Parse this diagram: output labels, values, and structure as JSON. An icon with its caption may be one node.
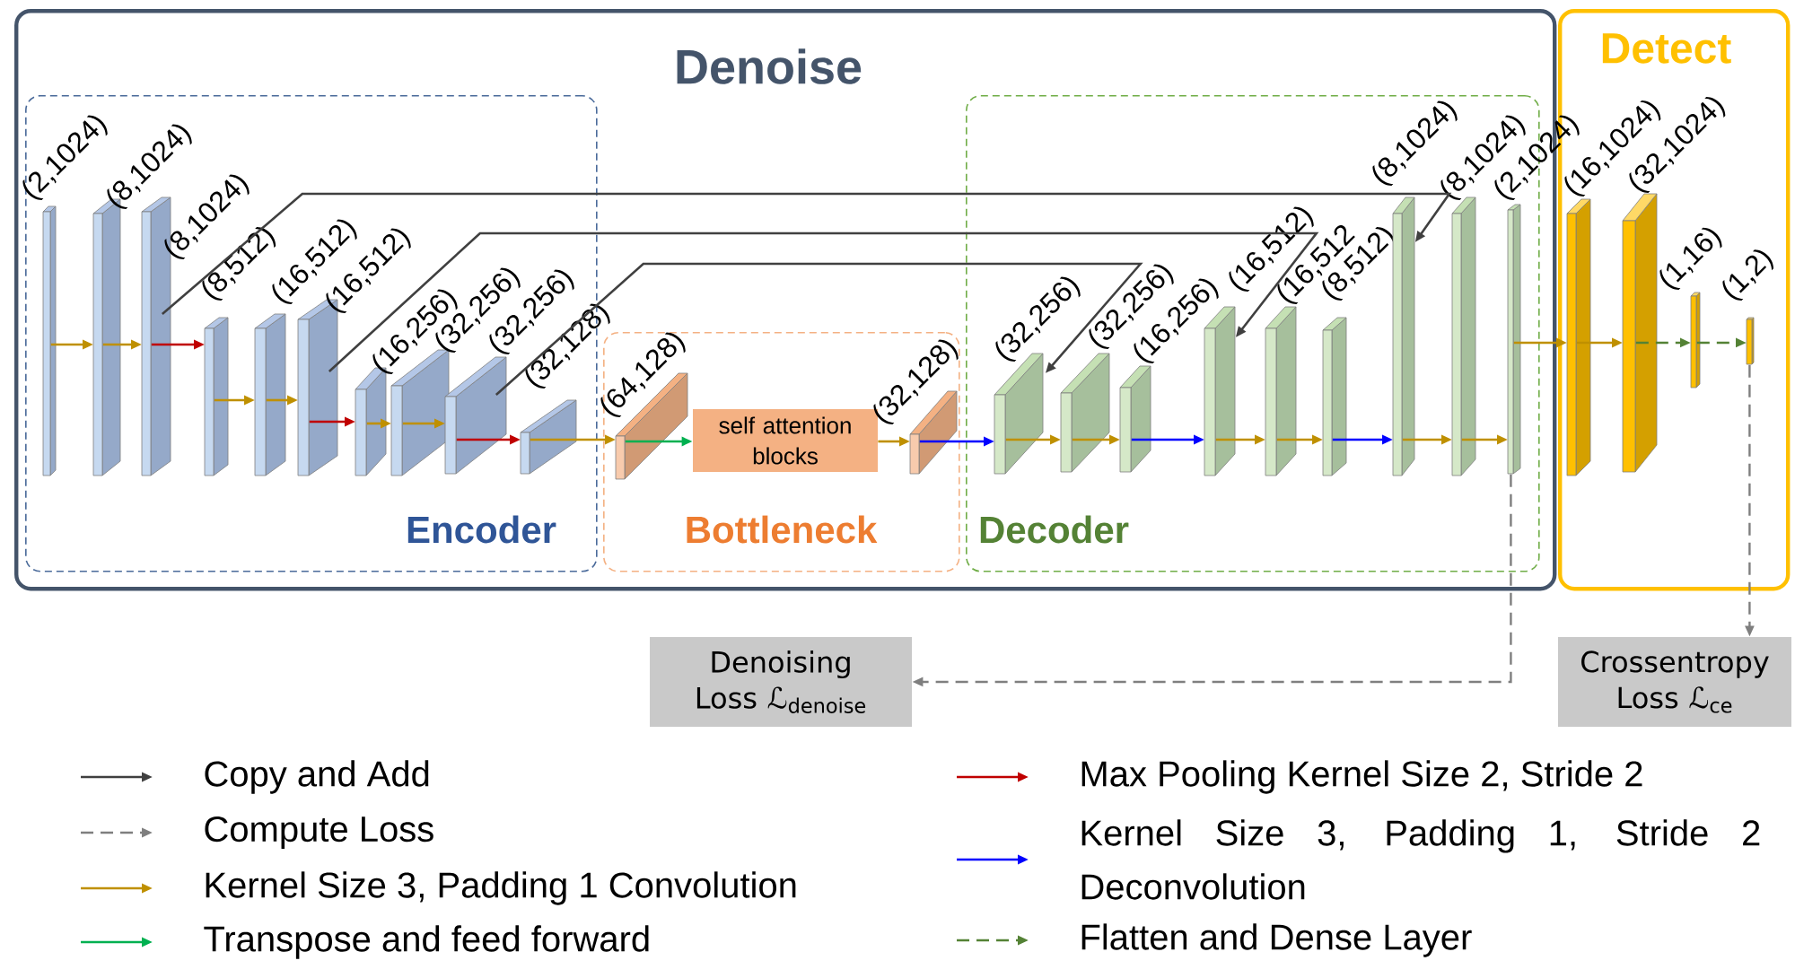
{
  "diagram": {
    "nodes": [
      {
        "text": [
          "Denoise"
        ]
      },
      {
        "text": [
          "Encoder"
        ],
        "in": 0
      },
      {
        "text": [
          "Bottleneck"
        ],
        "in": 0
      },
      {
        "text": [
          "Decoder"
        ],
        "in": 0
      },
      {
        "text": [
          "Detect"
        ]
      },
      {
        "text": [],
        "shape": "box",
        "beside": [
          "(2,1024)"
        ],
        "in": 1
      },
      {
        "text": [],
        "shape": "box",
        "beside": [
          "(8,1024)"
        ],
        "in": 1
      },
      {
        "text": [],
        "shape": "box",
        "beside": [
          "(8,1024)"
        ],
        "in": 1
      },
      {
        "text": [],
        "shape": "box",
        "beside": [
          "(8,512)"
        ],
        "in": 1
      },
      {
        "text": [],
        "shape": "box",
        "beside": [
          "(16,512)"
        ],
        "in": 1
      },
      {
        "text": [],
        "shape": "box",
        "beside": [
          "(16,512)"
        ],
        "in": 1
      },
      {
        "text": [],
        "shape": "box",
        "beside": [
          "(16,256)"
        ],
        "in": 1
      },
      {
        "text": [],
        "shape": "box",
        "beside": [
          "(32,256)"
        ],
        "in": 1
      },
      {
        "text": [],
        "shape": "box",
        "beside": [
          "(32,256)"
        ],
        "in": 1
      },
      {
        "text": [],
        "shape": "box",
        "beside": [
          "(32,128)"
        ],
        "in": 1
      },
      {
        "text": [],
        "shape": "box",
        "beside": [
          "(64,128)"
        ],
        "in": 2
      },
      {
        "text": [
          "self attention blocks"
        ],
        "in": 2
      },
      {
        "text": [],
        "shape": "box",
        "beside": [
          "(32,128)"
        ],
        "in": 2
      },
      {
        "text": [],
        "shape": "box",
        "beside": [
          "(32,256)"
        ],
        "in": 3
      },
      {
        "text": [],
        "shape": "box",
        "beside": [
          "(32,256)"
        ],
        "in": 3
      },
      {
        "text": [],
        "shape": "box",
        "beside": [
          "(16,256)"
        ],
        "in": 3
      },
      {
        "text": [],
        "shape": "box",
        "beside": [
          "(16,512)"
        ],
        "in": 3
      },
      {
        "text": [],
        "shape": "box",
        "beside": [
          "(16,512"
        ],
        "in": 3
      },
      {
        "text": [],
        "shape": "box",
        "beside": [
          "(8,512)"
        ],
        "in": 3
      },
      {
        "text": [],
        "shape": "box",
        "beside": [
          "(8,1024)"
        ],
        "in": 3
      },
      {
        "text": [],
        "shape": "box",
        "beside": [
          "(8,1024)"
        ],
        "in": 3
      },
      {
        "text": [],
        "shape": "box",
        "beside": [
          "(2,1024)"
        ],
        "in": 3
      },
      {
        "text": [],
        "shape": "box",
        "beside": [
          "(16,1024)"
        ],
        "in": 4
      },
      {
        "text": [],
        "shape": "box",
        "beside": [
          "(32,1024)"
        ],
        "in": 4
      },
      {
        "text": [],
        "shape": "box",
        "beside": [
          "(1,16)"
        ],
        "in": 4
      },
      {
        "text": [],
        "shape": "box",
        "beside": [
          "(1,2)"
        ],
        "in": 4
      },
      {
        "text": [
          "Denoising Loss ℒ$_{denoise}$"
        ]
      },
      {
        "text": [
          "Crossentropy Loss ℒ$_{ce}$"
        ]
      }
    ],
    "edges": [
      {
        "from": 5,
        "to": 6,
        "arrow": "to"
      },
      {
        "from": 6,
        "to": 7,
        "arrow": "to"
      },
      {
        "from": 7,
        "to": 8,
        "arrow": "to",
        "color": "#c00000"
      },
      {
        "from": 8,
        "to": 9,
        "arrow": "to"
      },
      {
        "from": 9,
        "to": 10,
        "arrow": "to"
      },
      {
        "from": 10,
        "to": 11,
        "arrow": "to",
        "color": "#c00000"
      },
      {
        "from": 11,
        "to": 12,
        "arrow": "to"
      },
      {
        "from": 12,
        "to": 13,
        "arrow": "to"
      },
      {
        "from": 13,
        "to": 14,
        "arrow": "to",
        "color": "#c00000"
      },
      {
        "from": 14,
        "to": 15,
        "arrow": "to"
      },
      {
        "from": 15,
        "to": 16,
        "arrow": "to",
        "color": "#00b050"
      },
      {
        "from": 16,
        "to": 17,
        "arrow": "to"
      },
      {
        "from": 17,
        "to": 18,
        "arrow": "to",
        "color": "#0000ff"
      },
      {
        "from": 18,
        "to": 19,
        "arrow": "to"
      },
      {
        "from": 19,
        "to": 20,
        "arrow": "to"
      },
      {
        "from": 20,
        "to": 21,
        "arrow": "to",
        "color": "#0000ff"
      },
      {
        "from": 21,
        "to": 22,
        "arrow": "to"
      },
      {
        "from": 22,
        "to": 23,
        "arrow": "to"
      },
      {
        "from": 23,
        "to": 24,
        "arrow": "to",
        "color": "#0000ff"
      },
      {
        "from": 24,
        "to": 25,
        "arrow": "to"
      },
      {
        "from": 25,
        "to": 26,
        "arrow": "to"
      },
      {
        "from": 26,
        "to": 27,
        "arrow": "to"
      },
      {
        "from": 27,
        "to": 28,
        "arrow": "to"
      },
      {
        "from": 28,
        "to": 29,
        "arrow": "to",
        "style": "dashed",
        "color": "#548235"
      },
      {
        "from": 29,
        "to": 30,
        "arrow": "to",
        "style": "dashed",
        "color": "#548235"
      },
      {
        "from": 7,
        "to": 24,
        "arrow": "to",
        "color": "#404040"
      },
      {
        "from": 10,
        "to": 21,
        "arrow": "to",
        "color": "#404040"
      },
      {
        "from": 13,
        "to": 18,
        "arrow": "to",
        "color": "#404040"
      },
      {
        "from": 26,
        "to": 31,
        "arrow": "to",
        "style": "dashed",
        "color": "#7f7f7f"
      },
      {
        "from": 30,
        "to": 32,
        "arrow": "to",
        "style": "dashed",
        "color": "#7f7f7f"
      }
    ],
    "legend": [
      {
        "text": "Copy and Add"
      },
      {
        "text": "Compute Loss"
      },
      {
        "text": "Kernel Size 3, Padding 1 Convolution"
      },
      {
        "text": "Transpose and feed forward"
      },
      {
        "text": "Max Pooling Kernel Size 2, Stride 2"
      },
      {
        "text": "Kernel Size 3, Padding 1, Stride 2 Deconvolution"
      },
      {
        "text": "Flatten and Dense Layer"
      }
    ]
  }
}
